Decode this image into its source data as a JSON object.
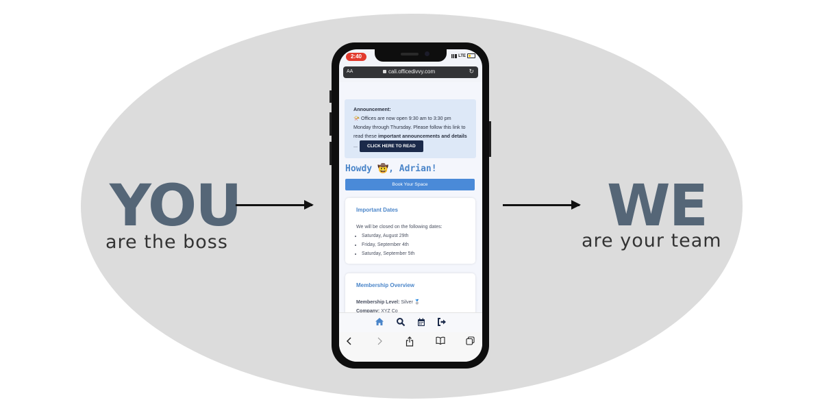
{
  "left": {
    "headline": "YOU",
    "subtitle": "are the boss"
  },
  "right": {
    "headline": "WE",
    "subtitle": "are your team"
  },
  "phone": {
    "status": {
      "time": "2:40",
      "network": "LTE"
    },
    "url_bar": {
      "text_size": "AA",
      "url": "cali.officedivvy.com"
    },
    "announcement": {
      "title": "Announcement:",
      "body_pre": "📯 Offices are now open 9:30 am to 3:30 pm Monday through Thursday. Please follow this link to read these ",
      "body_bold": "important announcements and details",
      "body_post": " ...",
      "cta_label": "CLICK HERE TO READ"
    },
    "greeting": "Howdy 🤠, Adrian!",
    "book_button": "Book Your Space",
    "important_dates": {
      "title": "Important Dates",
      "intro": "We will be closed on the following dates:",
      "dates": [
        "Saturday, August 29th",
        "Friday, September 4th",
        "Saturday, September 5th"
      ]
    },
    "membership": {
      "title": "Membership Overview",
      "level_label": "Membership Level:",
      "level_value": "Silver 🥈",
      "company_label": "Company:",
      "company_value": "XYZ Co"
    },
    "bottom_nav": [
      "home-icon",
      "search-icon",
      "calendar-icon",
      "sign-out-icon"
    ],
    "safari_toolbar": [
      "back-icon",
      "forward-icon",
      "share-icon",
      "bookmarks-icon",
      "tabs-icon"
    ]
  },
  "colors": {
    "accent": "#4a85c9",
    "headline": "#556677",
    "background_oval": "#dcdcdc",
    "cta": "#1b2a4a"
  }
}
